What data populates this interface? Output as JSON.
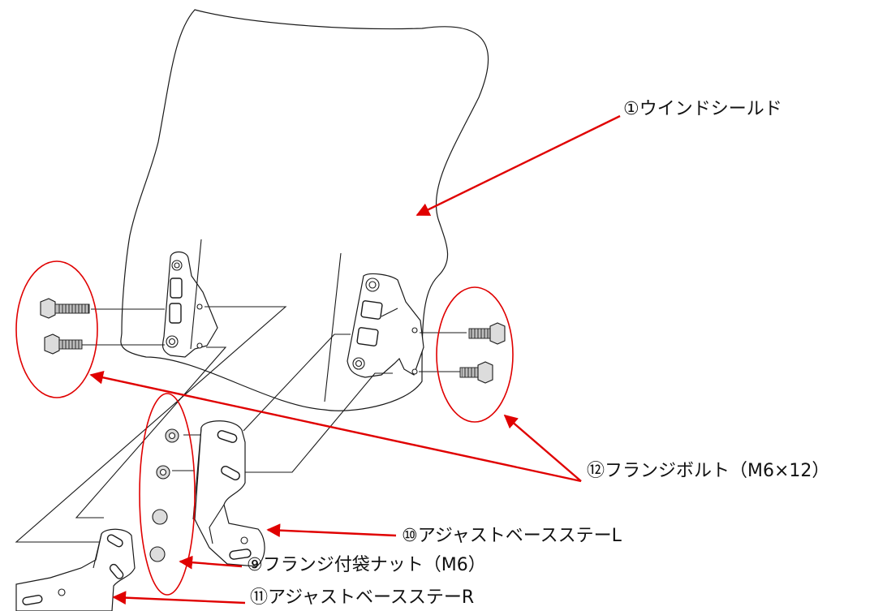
{
  "labels": {
    "windshield": "①ウインドシールド",
    "flange_bolt": "⑫フランジボルト（M6×12）",
    "adjust_stay_l": "⑩アジャストベースステーL",
    "flange_nut": "⑨フランジ付袋ナット（M6）",
    "adjust_stay_r": "⑪アジャストベースステーR"
  },
  "colors": {
    "callout": "#e00000",
    "line_art": "#1a1a1a"
  }
}
